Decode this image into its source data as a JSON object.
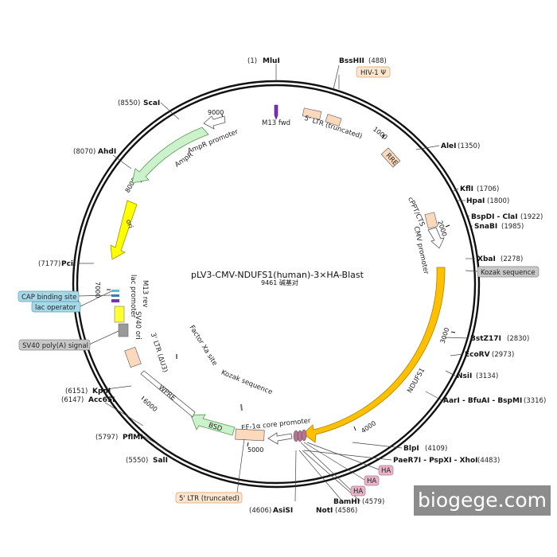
{
  "plasmid": {
    "name": "pLV3-CMV-NDUFS1(human)-3×HA-Blast",
    "size_text": "9461 碱基对",
    "length": 9461
  },
  "ticks": [
    "1000",
    "2000",
    "3000",
    "4000",
    "5000",
    "6000",
    "7000",
    "8000",
    "9000"
  ],
  "sites": [
    {
      "name": "MluI",
      "pos": "(1)"
    },
    {
      "name": "BssHII",
      "pos": "(488)"
    },
    {
      "name": "AleI",
      "pos": "(1350)"
    },
    {
      "name": "KflI",
      "pos": "(1706)"
    },
    {
      "name": "HpaI",
      "pos": "(1800)"
    },
    {
      "name": "BspDI - ClaI",
      "pos": "(1922)"
    },
    {
      "name": "SnaBI",
      "pos": "(1985)"
    },
    {
      "name": "XbaI",
      "pos": "(2278)"
    },
    {
      "name": "BstZ17I",
      "pos": "(2830)"
    },
    {
      "name": "EcoRV",
      "pos": "(2973)"
    },
    {
      "name": "NsiI",
      "pos": "(3134)"
    },
    {
      "name": "AarI - BfuAI - BspMI",
      "pos": "(3316)"
    },
    {
      "name": "BlpI",
      "pos": "(4109)"
    },
    {
      "name": "PaeR7I - PspXI - XhoI",
      "pos": "(4483)"
    },
    {
      "name": "BamHI",
      "pos": "(4579)"
    },
    {
      "name": "NotI",
      "pos": "(4586)"
    },
    {
      "name": "AsiSI",
      "pos": "(4606)"
    },
    {
      "name": "SalI",
      "pos": "(5550)"
    },
    {
      "name": "PflMI",
      "pos": "(5797)"
    },
    {
      "name": "Acc65I",
      "pos": "(6147)"
    },
    {
      "name": "KpnI",
      "pos": "(6151)"
    },
    {
      "name": "PciI",
      "pos": "(7177)"
    },
    {
      "name": "AhdI",
      "pos": "(8070)"
    },
    {
      "name": "ScaI",
      "pos": "(8550)"
    }
  ],
  "features": [
    {
      "name": "M13 fwd",
      "color": "#7b2fbe"
    },
    {
      "name": "5' LTR (truncated)",
      "color": "#fcd9bd"
    },
    {
      "name": "RRE",
      "color": "#fcd9bd"
    },
    {
      "name": "cPPT/CTS",
      "color": "#fcd9bd"
    },
    {
      "name": "CMV promoter",
      "color": "#ffffff"
    },
    {
      "name": "NDUFS1",
      "color": "#ffc000"
    },
    {
      "name": "EF-1α core promoter",
      "color": "#ffffff"
    },
    {
      "name": "BSD",
      "color": "#ccf2cc"
    },
    {
      "name": "WPRE",
      "color": "#ffffff"
    },
    {
      "name": "3' LTR (ΔU3)",
      "color": "#fcd9bd"
    },
    {
      "name": "SV40 ori",
      "color": "#ffff33"
    },
    {
      "name": "lac promoter",
      "color": "#ffffff"
    },
    {
      "name": "M13 rev",
      "color": "#7b2fbe"
    },
    {
      "name": "ori",
      "color": "#ffff00"
    },
    {
      "name": "AmpR",
      "color": "#ccf2cc"
    },
    {
      "name": "AmpR promoter",
      "color": "#ffffff"
    },
    {
      "name": "Factor Xa site",
      "color": "#999999"
    },
    {
      "name": "Kozak sequence",
      "color": "#999999"
    }
  ],
  "tags": [
    {
      "name": "HIV-1 Ψ",
      "color": "#fde6cf"
    },
    {
      "name": "Kozak sequence",
      "color": "#c8c8c8"
    },
    {
      "name": "CAP binding site",
      "color": "#a7d8e8"
    },
    {
      "name": "lac operator",
      "color": "#a7d8e8"
    },
    {
      "name": "SV40 poly(A) signal",
      "color": "#c8c8c8"
    },
    {
      "name": "5' LTR (truncated)",
      "color": "#fde6cf"
    },
    {
      "name": "HA",
      "color": "#e8b4c8"
    },
    {
      "name": "HA",
      "color": "#e8b4c8"
    },
    {
      "name": "HA",
      "color": "#e8b4c8"
    }
  ],
  "watermark": "biogege.com"
}
